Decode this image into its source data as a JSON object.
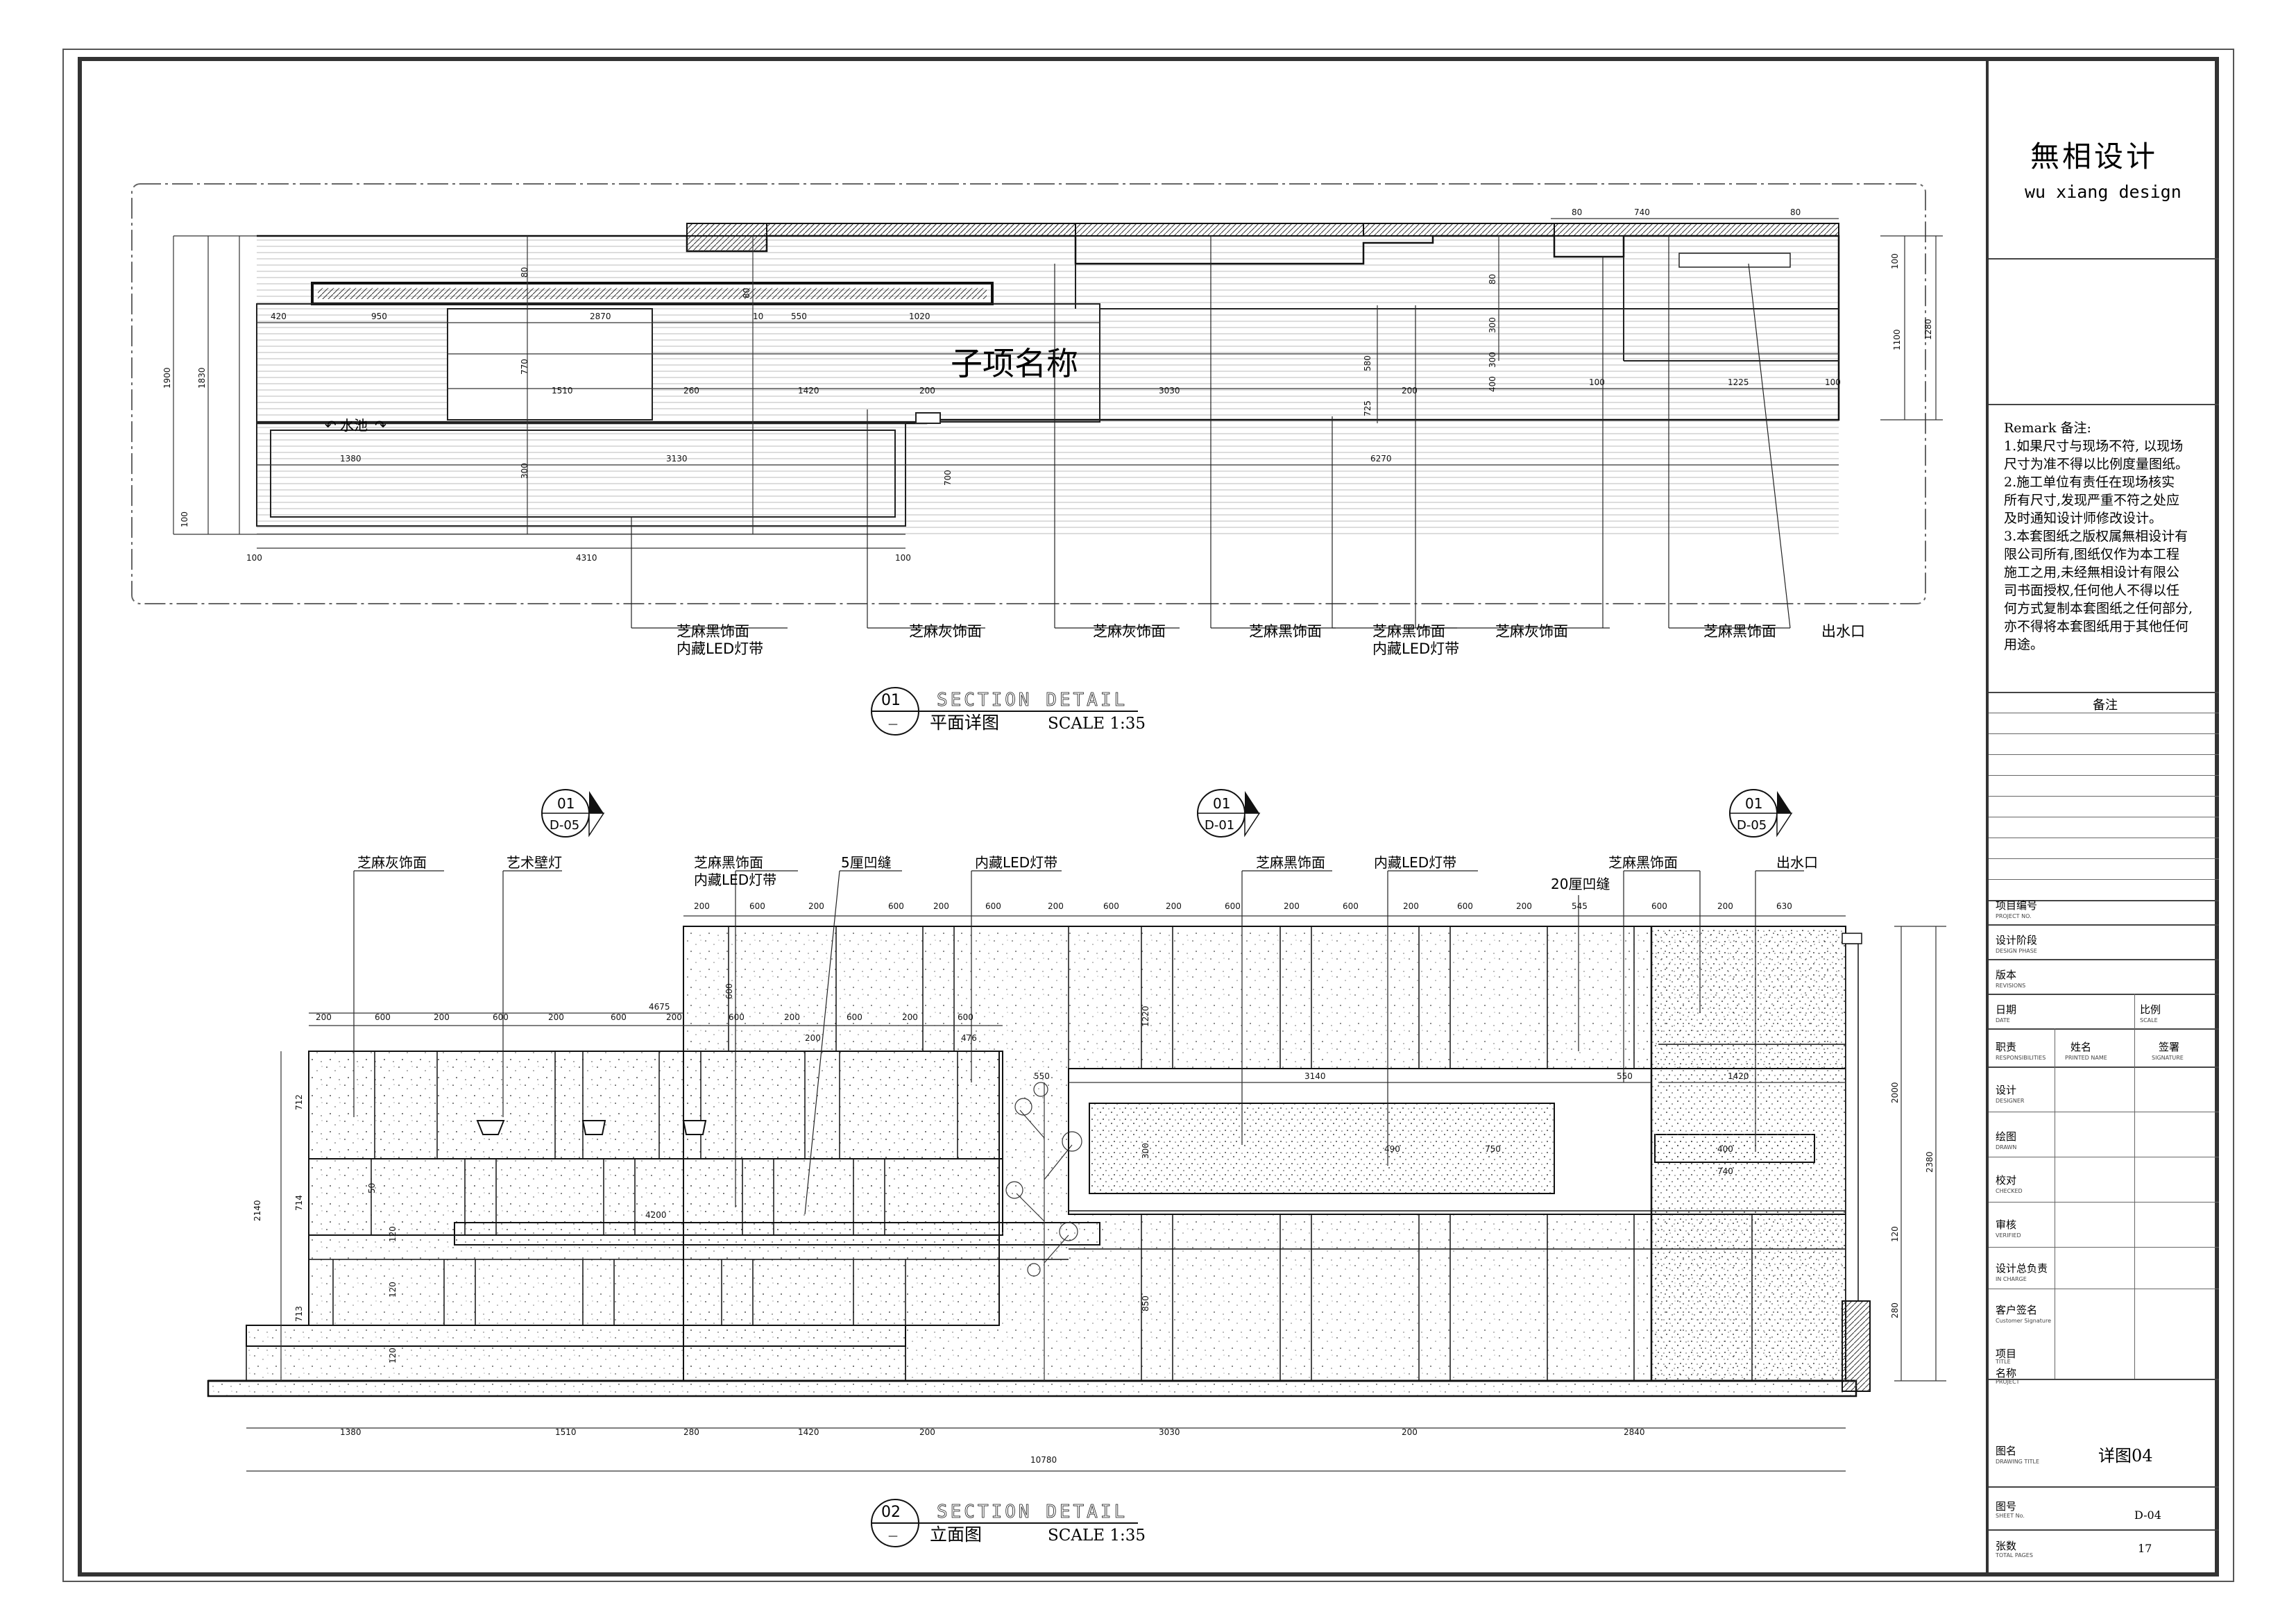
{
  "brand": {
    "name_cn": "無相设计",
    "name_en": "wu xiang design"
  },
  "remark": {
    "title": "Remark 备注:",
    "lines": [
      "1.如果尺寸与现场不符, 以现场",
      "尺寸为准不得以比例度量图纸。",
      "2.施工单位有责任在现场核实",
      "所有尺寸,发现严重不符之处应",
      "及时通知设计师修改设计。",
      "3.本套图纸之版权属無相设计有",
      "限公司所有,图纸仅作为本工程",
      "施工之用,未经無相设计有限公",
      "司书面授权,任何他人不得以任",
      "何方式复制本套图纸之任何部分,",
      "亦不得将本套图纸用于其他任何",
      "用途。"
    ]
  },
  "notes_label": "备注",
  "title_block": {
    "project_no": {
      "cn": "项目编号",
      "en": "PROJECT NO."
    },
    "stage": {
      "cn": "设计阶段",
      "en": "DESIGN PHASE"
    },
    "version": {
      "cn": "版本",
      "en": "REVISIONS"
    },
    "date": {
      "cn": "日期",
      "en": "DATE"
    },
    "scale": {
      "cn": "比例",
      "en": "SCALE"
    },
    "role": {
      "cn": "职责",
      "en": "RESPONSIBILITIES"
    },
    "name": {
      "cn": "姓名",
      "en": "PRINTED NAME"
    },
    "sign": {
      "cn": "签署",
      "en": "SIGNATURE"
    },
    "design": {
      "cn": "设计",
      "en": "DESIGNER"
    },
    "drawn": {
      "cn": "绘图",
      "en": "DRAWN"
    },
    "checked": {
      "cn": "校对",
      "en": "CHECKED"
    },
    "verified": {
      "cn": "审核",
      "en": "VERIFIED"
    },
    "chief": {
      "cn": "设计总负责",
      "en": "IN CHARGE"
    },
    "client": {
      "cn": "客户签名",
      "en": "Customer Signature"
    },
    "project": {
      "cn": "项目",
      "en": "TITLE"
    },
    "pname": {
      "cn": "名称",
      "en": "PROJECT"
    },
    "dtitle": {
      "cn": "图名",
      "en": "DRAWING TITLE",
      "value": "详图04"
    },
    "sheet": {
      "cn": "图号",
      "en": "SHEET No.",
      "value": "D-04"
    },
    "total": {
      "cn": "张数",
      "en": "TOTAL PAGES",
      "value": "17"
    }
  },
  "plan": {
    "sub_title": "子项名称",
    "pool": "水池",
    "callouts": [
      "芝麻黑饰面",
      "内藏LED灯带",
      "芝麻灰饰面",
      "芝麻灰饰面",
      "芝麻黑饰面",
      "芝麻黑饰面",
      "内藏LED灯带",
      "芝麻灰饰面",
      "芝麻黑饰面",
      "出水口"
    ],
    "dims_top": [
      "80",
      "740",
      "80",
      "420",
      "950",
      "2870",
      "10",
      "550",
      "1020",
      "1510",
      "260",
      "1420",
      "200",
      "3030",
      "200",
      "100",
      "1225",
      "100",
      "1380",
      "3130",
      "6270",
      "100",
      "4310",
      "100",
      "100",
      "1100",
      "1280",
      "1900",
      "1830",
      "100",
      "580",
      "725",
      "400",
      "80",
      "770",
      "80",
      "80",
      "700",
      "300",
      "300",
      "300"
    ],
    "section": {
      "num": "01",
      "dash": "—",
      "title": "SECTION DETAIL",
      "name": "平面详图",
      "scale": "SCALE 1:35"
    }
  },
  "elev": {
    "markers": [
      {
        "num": "01",
        "ref": "D-05"
      },
      {
        "num": "01",
        "ref": "D-01"
      },
      {
        "num": "01",
        "ref": "D-05"
      }
    ],
    "callouts": [
      "芝麻灰饰面",
      "艺术壁灯",
      "芝麻黑饰面",
      "内藏LED灯带",
      "5厘凹缝",
      "内藏LED灯带",
      "芝麻黑饰面",
      "内藏LED灯带",
      "芝麻黑饰面",
      "20厘凹缝",
      "出水口"
    ],
    "dims_top1": [
      "200",
      "600",
      "200",
      "600",
      "200",
      "600",
      "200",
      "600",
      "200",
      "600",
      "200",
      "600",
      "200",
      "600",
      "200",
      "545",
      "600",
      "200",
      "630"
    ],
    "dims_top2": [
      "200",
      "600",
      "200",
      "600",
      "200",
      "600",
      "200",
      "600",
      "200",
      "600",
      "200",
      "600",
      "200",
      "476"
    ],
    "dims_mid": [
      "4675",
      "550",
      "3140",
      "550",
      "1420",
      "4200",
      "490",
      "750",
      "400",
      "740",
      "1220",
      "600"
    ],
    "dims_side": [
      "712",
      "714",
      "713",
      "2140",
      "2000",
      "2380",
      "120",
      "850",
      "300",
      "280",
      "50",
      "120",
      "120",
      "120"
    ],
    "dims_bottom": [
      "1380",
      "1510",
      "280",
      "1420",
      "200",
      "3030",
      "200",
      "2840"
    ],
    "total": "10780",
    "section": {
      "num": "02",
      "dash": "—",
      "title": "SECTION DETAIL",
      "name": "立面图",
      "scale": "SCALE 1:35"
    }
  }
}
